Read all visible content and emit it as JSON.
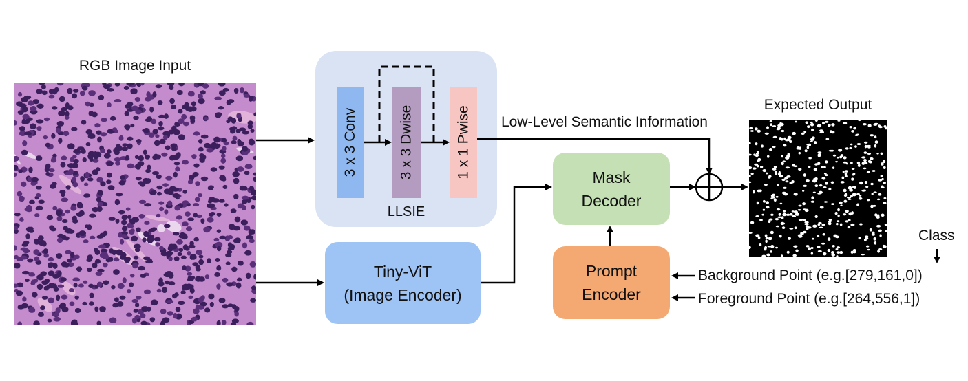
{
  "input": {
    "title": "RGB Image Input"
  },
  "llsie": {
    "label": "LLSIE",
    "conv": "3 x 3 Conv",
    "dwise": "3 x 3 Dwise",
    "pwise": "1 x 1 Pwise"
  },
  "encoder": {
    "line1": "Tiny-ViT",
    "line2": "(Image Encoder)"
  },
  "mask_decoder": {
    "line1": "Mask",
    "line2": "Decoder"
  },
  "prompt_encoder": {
    "line1": "Prompt",
    "line2": "Encoder"
  },
  "low_level_label": "Low-Level Semantic Information",
  "output": {
    "title": "Expected Output"
  },
  "prompts": {
    "class_label": "Class",
    "background": "Background Point (e.g.[279,161,0])",
    "foreground": "Foreground Point (e.g.[264,556,1])"
  },
  "colors": {
    "llsie_bg": "#dae3f3",
    "conv": "#8fb8f0",
    "dwise": "#b39cc0",
    "pwise": "#f7c6c2",
    "encoder": "#9ec3f5",
    "decoder": "#c5e0b4",
    "prompt": "#f4a972"
  }
}
